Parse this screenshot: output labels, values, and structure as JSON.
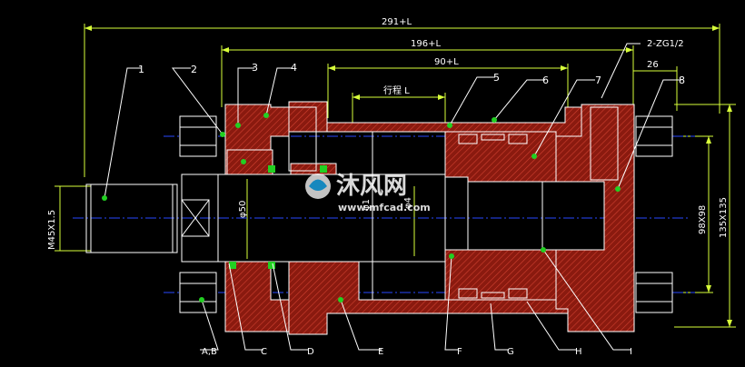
{
  "dimensions": {
    "overall_length": "291+L",
    "body_length": "196+L",
    "barrel_length": "90+L",
    "stroke": "行程 L",
    "port_spec": "2-ZG1/2",
    "end_offset": "26",
    "thread": "M45X1.5",
    "rod_dia": "φ50",
    "piston_dia": "φ1",
    "inner_dia": "φ4",
    "bolt_pitch": "98X98",
    "flange_size": "135X135"
  },
  "callouts_top": [
    "1",
    "2",
    "3",
    "4",
    "5",
    "6",
    "7",
    "8"
  ],
  "callouts_bottom": [
    "A,B",
    "C",
    "D",
    "E",
    "F",
    "G",
    "H",
    "I"
  ],
  "watermark": {
    "brand": "沐风网",
    "url": "www.mfcad.com"
  },
  "colors": {
    "background": "#000000",
    "lines": "#ffffff",
    "dimension_lines": "#d8ff3a",
    "hatch": "#8a1a0f",
    "centerline": "#2848ff",
    "callout_dot": "#22d022"
  }
}
